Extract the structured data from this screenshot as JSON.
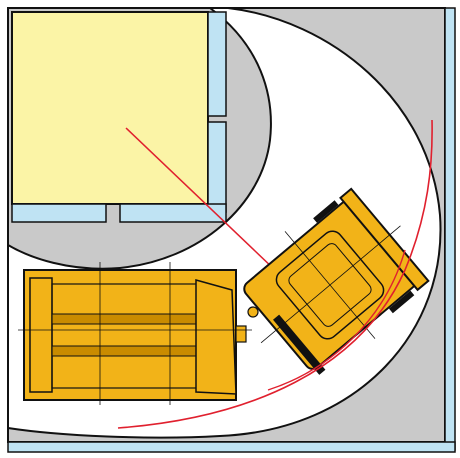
{
  "diagram": {
    "subject": "articulated-loader-turning-in-corridor",
    "elements": [
      "corridor-floor",
      "inner-room-block",
      "wall-segment",
      "turning-swept-area",
      "loader-rear-frame",
      "loader-front-cab",
      "turning-path-line",
      "diagonal-reference-line"
    ],
    "colors": {
      "wall_fill": "#bfe3f3",
      "floor_grey": "#c9c9c9",
      "room_fill": "#fbf4a6",
      "body_yellow": "#f2b318",
      "body_dark": "#c98b00",
      "outline": "#111111",
      "path_red": "#e0202e",
      "swept_white": "#ffffff"
    }
  }
}
